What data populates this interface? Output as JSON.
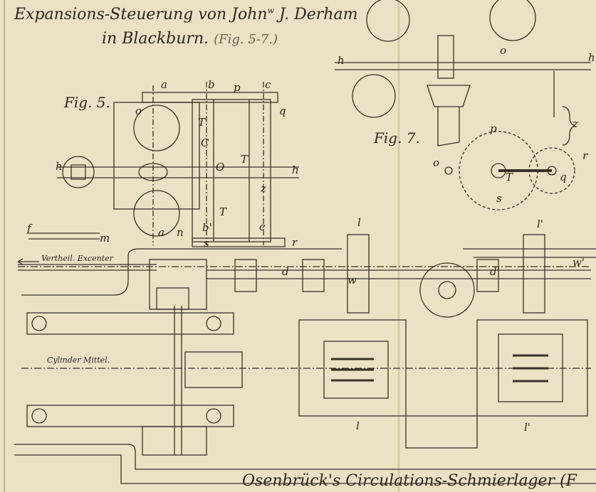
{
  "header": {
    "title_line1": "Expansions-Steuerung von John",
    "title_sup": "w",
    "title_line1_end": "J. Derham",
    "title_line2": "in Blackburn.",
    "title_ref": "(Fig. 5-7.)"
  },
  "figures": {
    "fig5": "Fig. 5.",
    "fig7": "Fig. 7."
  },
  "annotations": {
    "vertheil_excenter": "Vertheil. Excenter",
    "cylinder_mittel": "Cylinder Mittel."
  },
  "footer": {
    "next_title": "Osenbrück's Circulations-Schmierlager (F"
  },
  "letters": {
    "fig5": [
      "a",
      "b",
      "p",
      "c",
      "o",
      "q",
      "T",
      "C",
      "T",
      "O",
      "h",
      "h",
      "z",
      "T",
      "f",
      "m",
      "a",
      "n",
      "b'",
      "c",
      "s",
      "r"
    ],
    "plan": [
      "d",
      "l",
      "w",
      "d'",
      "l'",
      "w'",
      "l",
      "l'"
    ],
    "fig7": [
      "h",
      "o",
      "h",
      "p",
      "z",
      "r",
      "o",
      "T",
      "q",
      "s"
    ]
  },
  "colors": {
    "paper": "#ece1c4",
    "ink": "#3a3028"
  }
}
